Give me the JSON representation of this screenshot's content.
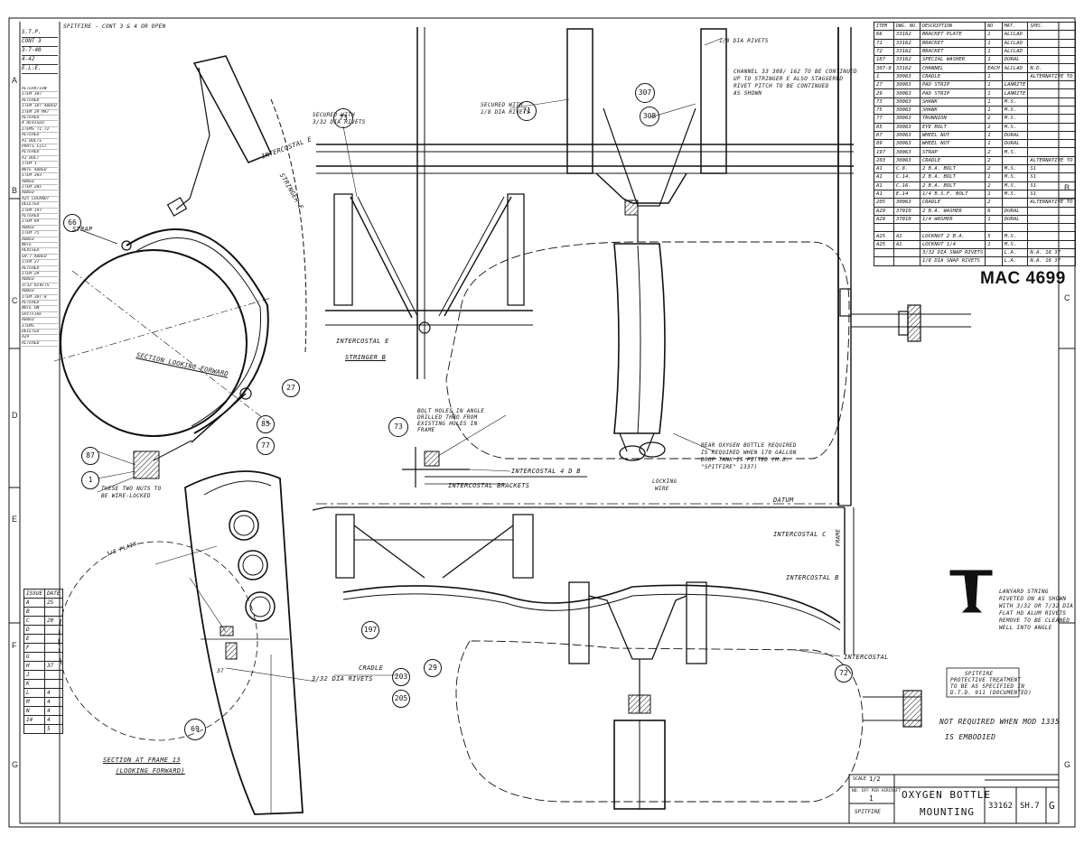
{
  "sheet": {
    "drawing_number": "MAC 4699",
    "margin_letters_left": [
      "A",
      "B",
      "C",
      "D",
      "E",
      "F",
      "G"
    ],
    "margin_letters_right": [
      "B",
      "C",
      "G"
    ],
    "top_caption": "SPITFIRE - CONT 3 & 4 OR OPEN"
  },
  "parts_list": {
    "headers": [
      "ITEM",
      "DWG. NO.",
      "DESCRIPTION",
      "NO",
      "MAT.",
      "SPEC."
    ],
    "rows": [
      [
        "66",
        "33162",
        "BRACKET PLATE",
        "1",
        "ALCLAD",
        ""
      ],
      [
        "71",
        "33162",
        "BRACKET",
        "1",
        "ALCLAD",
        ""
      ],
      [
        "72",
        "33162",
        "BRACKET",
        "1",
        "ALCLAD",
        ""
      ],
      [
        "187",
        "33162",
        "SPECIAL WASHER",
        "1",
        "DURAL",
        ""
      ],
      [
        "307-8",
        "33162",
        "CHANNEL",
        "EACH",
        "ALCLAD",
        "N.D."
      ],
      [
        "1",
        "30063",
        "CRADLE",
        "1",
        "",
        "ALTERNATIVE TO"
      ],
      [
        "27",
        "30063",
        "PAD STRIP",
        "1",
        "LANRITE",
        ""
      ],
      [
        "29",
        "30063",
        "PAD STRIP",
        "1",
        "LANRITE",
        ""
      ],
      [
        "73",
        "30063",
        "SHANK",
        "1",
        "M.S.",
        ""
      ],
      [
        "75",
        "30063",
        "SHANK",
        "1",
        "M.S.",
        ""
      ],
      [
        "77",
        "30063",
        "TRUNNION",
        "2",
        "M.S.",
        ""
      ],
      [
        "85",
        "30063",
        "EYE BOLT",
        "2",
        "M.S.",
        ""
      ],
      [
        "87",
        "30063",
        "WHEEL NUT",
        "1",
        "DURAL",
        ""
      ],
      [
        "89",
        "30063",
        "WHEEL NUT",
        "1",
        "DURAL",
        ""
      ],
      [
        "197",
        "30063",
        "STRAP",
        "2",
        "M.S.",
        ""
      ],
      [
        "203",
        "30063",
        "CRADLE",
        "2",
        "",
        "ALTERNATIVE TO"
      ],
      [
        "A1",
        "C.8.",
        "2 B.A. BOLT",
        "2",
        "M.S.",
        "S1"
      ],
      [
        "A1",
        "C.14.",
        "2 B.A. BOLT",
        "1",
        "M.S.",
        "S1"
      ],
      [
        "A1",
        "C.16.",
        "2 B.A. BOLT",
        "2",
        "M.S.",
        "S1"
      ],
      [
        "A1",
        "E.14",
        "1/4 B.S.F. BOLT",
        "1",
        "M.S.",
        "S1"
      ],
      [
        "205",
        "30063",
        "CRADLE",
        "2",
        "",
        "ALTERNATIVE TO"
      ],
      [
        "A29",
        "37010",
        "2 B.A. WASHER",
        "6",
        "DURAL",
        ""
      ],
      [
        "A29",
        "37010",
        "1/4 WASHER",
        "1",
        "DURAL",
        ""
      ],
      [
        "",
        "",
        "",
        "",
        "",
        ""
      ],
      [
        "A25",
        "A1",
        "LOCKNUT 2 B.A.",
        "5",
        "M.S.",
        ""
      ],
      [
        "A25",
        "A1",
        "LOCKNUT 1/4",
        "1",
        "M.S.",
        ""
      ],
      [
        "",
        "",
        "3/32 DIA SNAP RIVETS",
        "",
        "L.A.",
        "N.A. 16 37"
      ],
      [
        "",
        "",
        "1/8 DIA SNAP RIVETS",
        "",
        "L.A.",
        "N.A. 16 37"
      ]
    ]
  },
  "notes_strip": [
    "ALTERATION",
    "ITEM 307",
    "ALTERED",
    "ITEM 187 ADDED",
    "ITEM 29 MAT",
    "ALTERED",
    "4 REVISED",
    "ITEMS 71 72",
    "ALTERED",
    "A1 BOLTS",
    "PARTS LIST",
    "ALTERED",
    "A1 BOLT",
    "ITEM 1",
    "NOTE ADDED",
    "ITEM 203",
    "ADDED",
    "ITEM 205",
    "ADDED",
    "A25 LOCKNUT",
    "DELETED",
    "ITEM 197",
    "ALTERED",
    "ITEM 89",
    "ADDED",
    "ITEM 75",
    "ADDED",
    "NOTE",
    "REVISED",
    "SH.7 ADDED",
    "ITEM 27",
    "ALTERED",
    "ITEM 29",
    "ADDED",
    "3/32 RIVETS",
    "ADDED",
    "ITEM 307-8",
    "ALTERED",
    "NOTE ON",
    "SPITFIRE",
    "ADDED",
    "ITEMS",
    "DELETED",
    "A29",
    "ALTERED"
  ],
  "top_block": [
    "S.T.P.",
    "CONT 3",
    "3-7-40",
    "4-42",
    "E.L.E."
  ],
  "issues_table": {
    "header": [
      "ISSUE",
      "DATE"
    ],
    "rows": [
      [
        "A",
        "25"
      ],
      [
        "B",
        ""
      ],
      [
        "C",
        "20"
      ],
      [
        "D",
        ""
      ],
      [
        "E",
        ""
      ],
      [
        "F",
        ""
      ],
      [
        "G",
        ""
      ],
      [
        "H",
        "37"
      ],
      [
        "J",
        ""
      ],
      [
        "K",
        ""
      ],
      [
        "L",
        "4"
      ],
      [
        "M",
        "4"
      ],
      [
        "N",
        "4"
      ],
      [
        "14",
        "4"
      ],
      [
        "",
        "5"
      ]
    ]
  },
  "labels": {
    "intercostal_e_top": "INTERCOSTAL E",
    "stringer_e": "STRINGER E",
    "section_looking_forward": "SECTION LOOKING FORWARD",
    "strap": "STRAP",
    "these_two_nuts": "THESE TWO NUTS TO",
    "be_wire_locked": "BE WIRE-LOCKED",
    "secured_with": "SECURED WITH",
    "rivet_dia_1": "3/32 DIA RIVETS",
    "secured_with_2": "SECURED WITH",
    "rivet_dia_2": "1/8 DIA RIVETS",
    "rivet_dia_3": "1/8 DIA RIVETS",
    "channel_note_1": "CHANNEL 33 308/ 162 TO BE CONTINUED",
    "channel_note_2": "UP TO STRINGER E ALSO STAGGERED",
    "channel_note_3": "RIVET PITCH TO BE CONTINUED",
    "channel_note_4": "AS SHOWN",
    "intercostal_e_mid": "INTERCOSTAL E",
    "stringer_b": "STRINGER B",
    "bolt_holes_1": "BOLT HOLES IN ANGLE",
    "bolt_holes_2": "DRILLED THRO FROM",
    "bolt_holes_3": "EXISTING HOLES IN",
    "bolt_holes_4": "FRAME",
    "intercostal_4b": "INTERCOSTAL 4 D B",
    "intercostal_brackets": "INTERCOSTAL BRACKETS",
    "rear_bottle_1": "REAR OXYGEN BOTTLE REQUIRED",
    "rear_bottle_2": "IS REQUIRED WHEN 170 GALLON",
    "rear_bottle_3": "DROP TANK IS FITTED (M.O.",
    "rear_bottle_4": "\"SPITFIRE\" 1337)",
    "locking_wire": "LOCKING",
    "locking_wire_2": "WIRE",
    "datum": "DATUM",
    "intercostal_c": "INTERCOSTAL C",
    "intercostal_b": "INTERCOSTAL B",
    "intercostal_low": "INTERCOSTAL",
    "frame": "FRAME",
    "cradle": "CRADLE",
    "rivets_bottom": "3/32 DIA RIVETS",
    "dia_plain": "3/8 PLAIN",
    "section_frame_13": "SECTION AT FRAME 13",
    "looking_forward": "(LOOKING FORWARD)",
    "lanyard_1": "LANYARD STRING",
    "lanyard_2": "RIVETED ON AS SHOWN",
    "lanyard_3": "WITH 3/32 OR 7/32 DIA",
    "lanyard_4": "FLAT HD ALUM RIVETS",
    "lanyard_5": "REMOVE TO BE CLEANED",
    "lanyard_6": "WELL INTO ANGLE",
    "spitfire_box_1": "SPITFIRE",
    "spitfire_box_2": "PROTECTIVE TREATMENT",
    "spitfire_box_3": "TO BE AS SPECIFIED IN",
    "spitfire_box_4": "D.T.D. 911 (DOCUMENTED)",
    "not_required_1": "NOT REQUIRED WHEN MOD 1335",
    "not_required_2": "IS EMBODIED",
    "angle_37": "37"
  },
  "balloons": [
    "73",
    "71",
    "307",
    "308",
    "69",
    "73",
    "27",
    "87",
    "77",
    "85",
    "1",
    "203",
    "205",
    "197",
    "29",
    "72",
    "66"
  ],
  "title_block": {
    "scale_label": "SCALE",
    "scale_value": "1/2",
    "title_line_1": "OXYGEN BOTTLE",
    "title_line_2": "MOUNTING",
    "qty_label": "NO. OFF PER AIRCRAFT",
    "qty_value": "1",
    "type": "SPITFIRE",
    "drawing_no": "33162",
    "sheet": "SH.7",
    "issue": "G"
  }
}
